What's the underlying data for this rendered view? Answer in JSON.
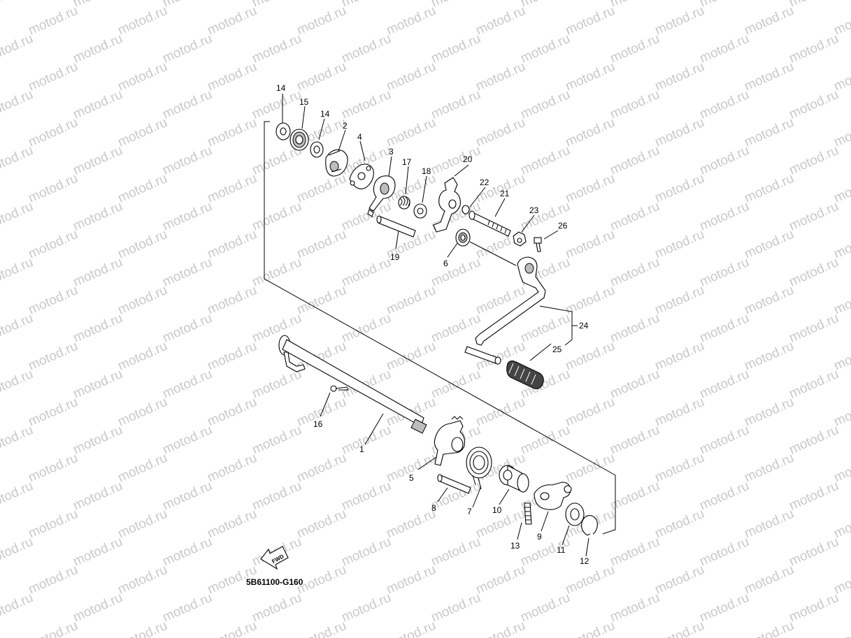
{
  "watermark": {
    "text": "motod.ru",
    "color": "#c9c9c9"
  },
  "diagram_code": "5B61100-G160",
  "fwd_label": "FWD",
  "callouts": {
    "p14a": "14",
    "p15": "15",
    "p14b": "14",
    "p2": "2",
    "p4": "4",
    "p3": "3",
    "p17": "17",
    "p18": "18",
    "p20": "20",
    "p22": "22",
    "p21": "21",
    "p23": "23",
    "p26": "26",
    "p19": "19",
    "p6": "6",
    "p24": "24",
    "p25": "25",
    "p16": "16",
    "p1": "1",
    "p5": "5",
    "p8": "8",
    "p7": "7",
    "p10": "10",
    "p13": "13",
    "p9": "9",
    "p11": "11",
    "p12": "12"
  },
  "icons": [
    "fwd-arrow-icon"
  ]
}
